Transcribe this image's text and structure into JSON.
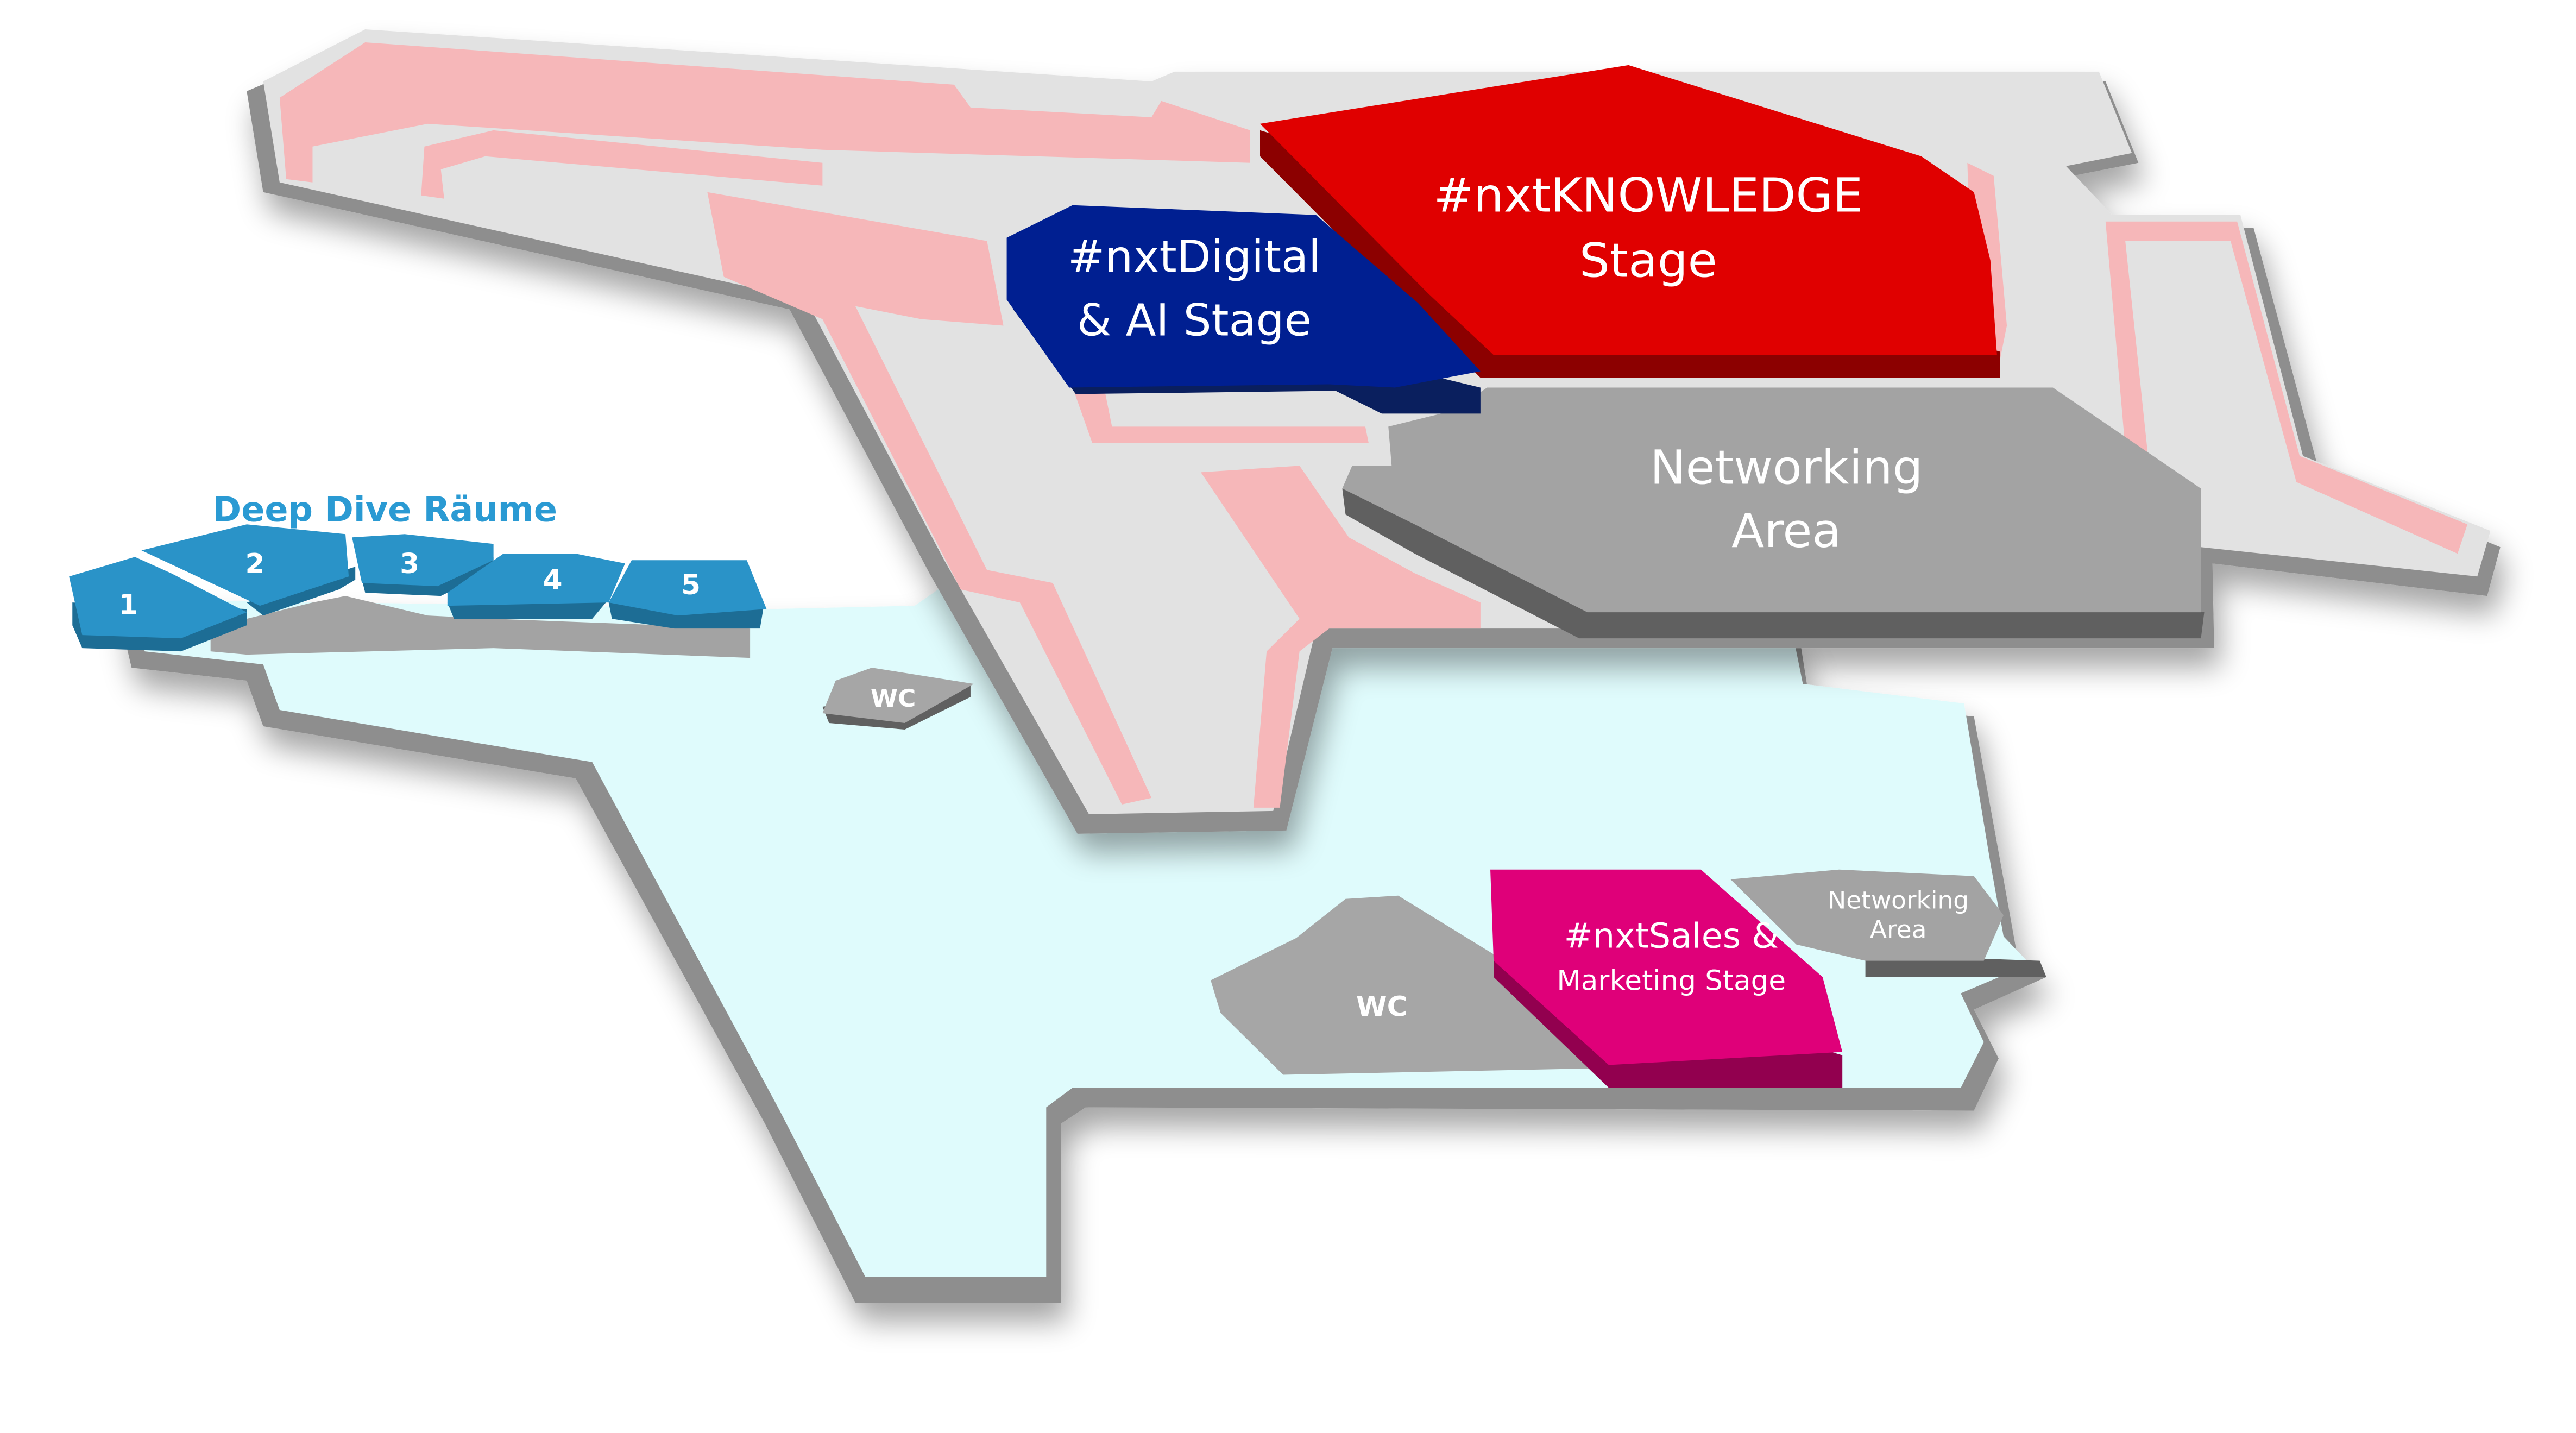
{
  "colors": {
    "background": "#ffffff",
    "outline": "#8e8e8e",
    "outline_dark": "#6e6e6e",
    "hall_upper": "#e2e2e2",
    "corridor": "#f6b7b9",
    "hall_lower": "#dffbfc",
    "knowledge_stage": "#e00000",
    "knowledge_stage_side": "#8c0000",
    "digital_stage": "#001f91",
    "digital_stage_side": "#0a1f5e",
    "sales_stage": "#df0079",
    "sales_stage_side": "#92004f",
    "networking": "#a3a3a3",
    "networking_side": "#606060",
    "deep_dive": "#2a93c8",
    "deep_dive_side": "#1d6d95",
    "deep_dive_title": "#2a9ad3",
    "wc": "#a6a6a6"
  },
  "areas": {
    "knowledge_stage": {
      "line1": "#nxtKNOWLEDGE",
      "line2": "Stage"
    },
    "digital_stage": {
      "line1": "#nxtDigital",
      "line2": "& AI Stage"
    },
    "networking_main": {
      "line1": "Networking",
      "line2": "Area"
    },
    "sales_stage": {
      "line1": "#nxtSales &",
      "line2": "Marketing Stage"
    },
    "networking_small": {
      "line1": "Networking",
      "line2": "Area"
    },
    "wc_upper": {
      "label": "WC"
    },
    "wc_lower": {
      "label": "WC"
    }
  },
  "deep_dive": {
    "title": "Deep Dive Räume",
    "rooms": [
      "1",
      "2",
      "3",
      "4",
      "5"
    ]
  }
}
